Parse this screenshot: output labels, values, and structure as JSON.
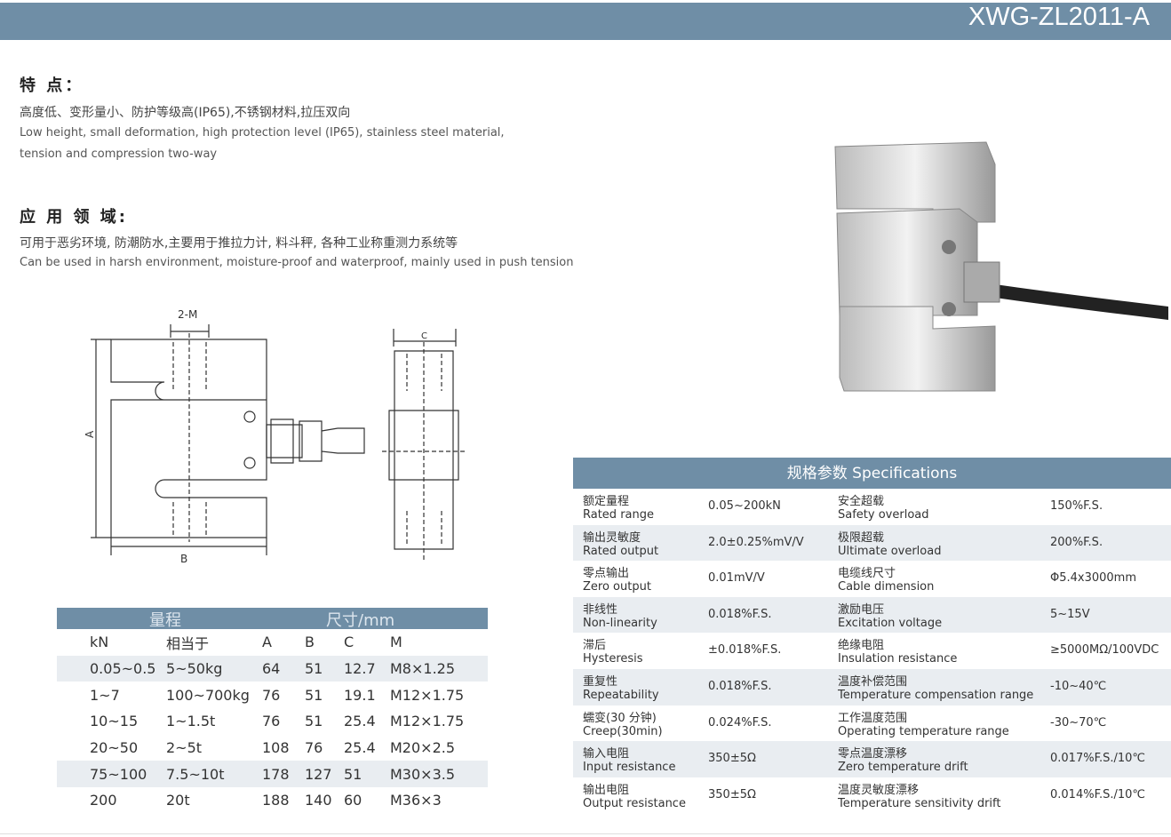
{
  "model": "XWG-ZL2011-A",
  "features": {
    "title": "特 点：",
    "cn": "高度低、变形量小、防护等级高(IP65),不锈钢材料,拉压双向",
    "en1": "Low height, small deformation, high protection level (IP65), stainless steel material,",
    "en2": "tension and compression two-way"
  },
  "application": {
    "title": "应 用 领 域:",
    "cn": "可用于恶劣环境, 防潮防水,主要用于推拉力计, 料斗秤, 各种工业称重测力系统等",
    "en": "Can be used in harsh environment, moisture-proof and waterproof, mainly used in push tension"
  },
  "drawing": {
    "m": "2-M",
    "a": "A",
    "b": "B",
    "c": "C"
  },
  "dimensions": {
    "group1": "量程",
    "group2": "尺寸/mm",
    "headers": [
      "kN",
      "相当于",
      "A",
      "B",
      "C",
      "M"
    ],
    "rows": [
      [
        "0.05~0.5",
        "5~50kg",
        "64",
        "51",
        "12.7",
        "M8×1.25"
      ],
      [
        "1~7",
        "100~700kg",
        "76",
        "51",
        "19.1",
        "M12×1.75"
      ],
      [
        "10~15",
        "1~1.5t",
        "76",
        "51",
        "25.4",
        "M12×1.75"
      ],
      [
        "20~50",
        "2~5t",
        "108",
        "76",
        "25.4",
        "M20×2.5"
      ],
      [
        "75~100",
        "7.5~10t",
        "178",
        "127",
        "51",
        "M30×3.5"
      ],
      [
        "200",
        "20t",
        "188",
        "140",
        "60",
        "M36×3"
      ]
    ]
  },
  "specs": {
    "title": "规格参数  Specifications",
    "rows": [
      [
        "额定量程",
        "Rated range",
        "0.05~200kN",
        "安全超载",
        "Safety overload",
        "150%F.S."
      ],
      [
        "输出灵敏度",
        "Rated output",
        "2.0±0.25%mV/V",
        "极限超载",
        "Ultimate overload",
        "200%F.S."
      ],
      [
        "零点输出",
        "Zero output",
        "0.01mV/V",
        "电缆线尺寸",
        "Cable dimension",
        "Φ5.4x3000mm"
      ],
      [
        "非线性",
        "Non-linearity",
        "0.018%F.S.",
        "激励电压",
        "Excitation voltage",
        "5~15V"
      ],
      [
        "滞后",
        "Hysteresis",
        "±0.018%F.S.",
        "绝缘电阻",
        "Insulation resistance",
        "≥5000MΩ/100VDC"
      ],
      [
        "重复性",
        "Repeatability",
        "0.018%F.S.",
        "温度补偿范围",
        "Temperature compensation range",
        "-10~40℃"
      ],
      [
        "蠕变(30 分钟)",
        "Creep(30min)",
        "0.024%F.S.",
        "工作温度范围",
        "Operating temperature range",
        "-30~70℃"
      ],
      [
        "输入电阻",
        "Input resistance",
        "350±5Ω",
        "零点温度漂移",
        "Zero temperature drift",
        "0.017%F.S./10℃"
      ],
      [
        "输出电阻",
        "Output resistance",
        "350±5Ω",
        "温度灵敏度漂移",
        "Temperature sensitivity drift",
        "0.014%F.S./10℃"
      ]
    ]
  }
}
